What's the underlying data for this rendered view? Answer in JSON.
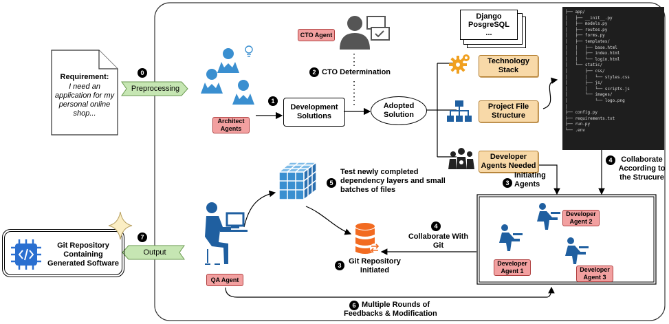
{
  "requirement": {
    "title": "Requirement:",
    "text": "I need an application for my personal online shop..."
  },
  "steps": {
    "s0": "0",
    "s1": "1",
    "s2": "2",
    "s3a": "3",
    "s3b": "3",
    "s4a": "4",
    "s4b": "4",
    "s5": "5",
    "s6": "6",
    "s7": "7"
  },
  "flags": {
    "preprocessing": "Preprocessing",
    "output": "Output"
  },
  "agents": {
    "cto": "CTO Agent",
    "architect": "Architect Agents",
    "qa": "QA Agent",
    "dev1": "Developer Agent 1",
    "dev2": "Developer Agent 2",
    "dev3": "Developer Agent 3"
  },
  "labels": {
    "cto_determination": "CTO Determination",
    "development_solutions": "Development Solutions",
    "adopted_solution": "Adopted Solution",
    "technology_stack": "Technology Stack",
    "project_file_structure": "Project File Structure",
    "developer_agents_needed": "Developer Agents Needed",
    "initiating_agents": "Initiating Agents",
    "collaborate_structure": "Collaborate According to the Strucure",
    "test_layers": "Test newly completed dependency layers and small batches of files",
    "collaborate_git": "Collaborate With Git",
    "git_initiated": "Git Repository Initiated",
    "feedback": "Multiple Rounds of Feedbacks & Modification",
    "final_output": "Git Repository Containing Generated Software"
  },
  "stack_docs": [
    "Django",
    "PosgreSQL",
    "..."
  ],
  "file_tree": "├── app/\n│   ├── __init__.py\n│   ├── models.py\n│   ├── routes.py\n│   ├── forms.py\n│   ├── templates/\n│   │   ├── base.html\n│   │   ├── index.html\n│   │   └── login.html\n│   └── static/\n│       ├── css/\n│       │   └── styles.css\n│       ├── js/\n│       │   └── scripts.js\n│       └── images/\n│           └── logo.png\n│\n├── config.py\n├── requirements.txt\n├── run.py\n└── .env",
  "colors": {
    "agent_blue": "#3a8fd0",
    "flag_green": "#c6e6b3",
    "tag_red": "#f2a0a0",
    "label_orange": "#f8d9a8",
    "git_orange": "#f26b21",
    "icon_blue": "#1f5fa0"
  }
}
